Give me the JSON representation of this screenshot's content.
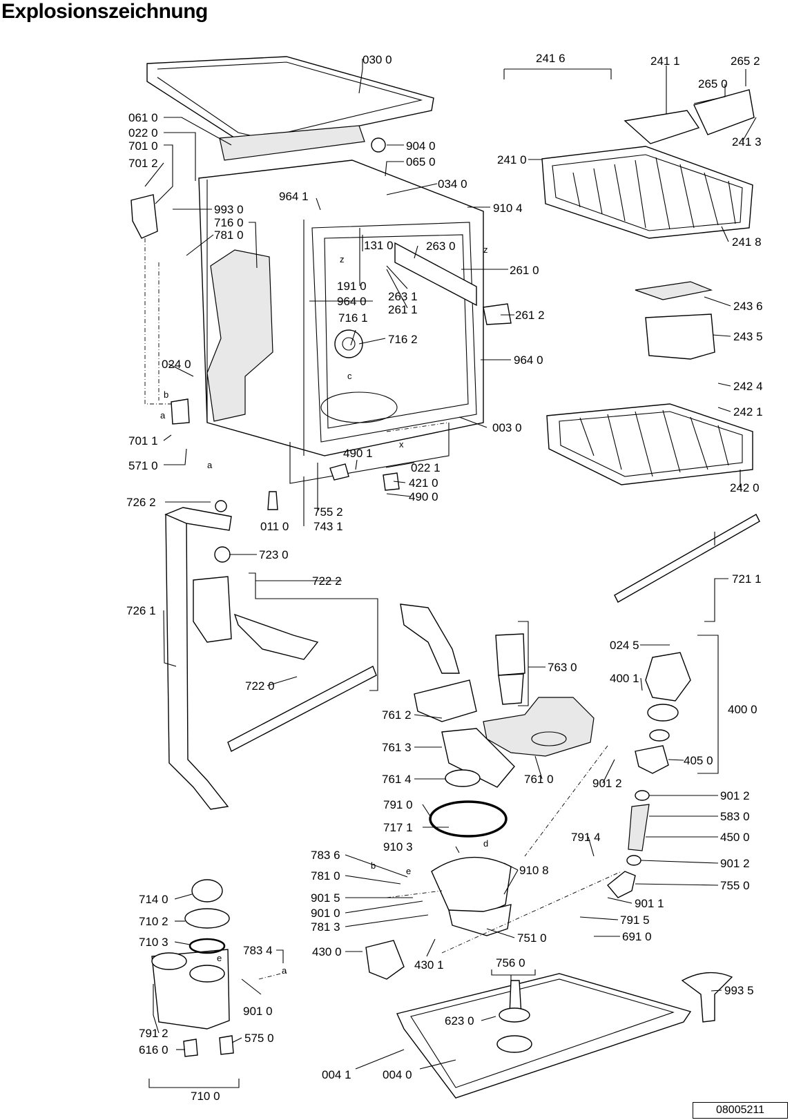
{
  "title": "Explosionszeichnung",
  "document_number": "08005211",
  "labels": {
    "l0300": "030 0",
    "l0610": "061 0",
    "l0220": "022 0",
    "l7010": "701 0",
    "l7012": "701 2",
    "l9040": "904 0",
    "l0650": "065 0",
    "l0340": "034 0",
    "l9641": "964 1",
    "l9104": "910 4",
    "l9930": "993 0",
    "l7160": "716 0",
    "l7810": "781 0",
    "l1310": "131 0",
    "l2630": "263 0",
    "l2610": "261 0",
    "l1910": "191 0",
    "l2631": "263 1",
    "l9640a": "964 0",
    "l2611": "261 1",
    "l7161": "716 1",
    "l2612": "261 2",
    "l7162": "716 2",
    "l9640b": "964 0",
    "l0240": "024 0",
    "l0030": "003 0",
    "l7011": "701 1",
    "l4901": "490 1",
    "l0221": "022 1",
    "l5710": "571 0",
    "l4210": "421 0",
    "l4900": "490 0",
    "l7552": "755 2",
    "l7262": "726 2",
    "l0110": "011 0",
    "l7431": "743 1",
    "l7230": "723 0",
    "l2416": "241 6",
    "l2411": "241 1",
    "l2652": "265 2",
    "l2650": "265 0",
    "l2410": "241 0",
    "l2413": "241 3",
    "l2418": "241 8",
    "l2436": "243 6",
    "l2435": "243 5",
    "l2424": "242 4",
    "l2421": "242 1",
    "l2420": "242 0",
    "l7222": "722 2",
    "l7261": "726 1",
    "l7220": "722 0",
    "l7211": "721 1",
    "l7630": "763 0",
    "l0245": "024 5",
    "l4001": "400 1",
    "l4000": "400 0",
    "l7612": "761 2",
    "l7613": "761 3",
    "l7614": "761 4",
    "l7610": "761 0",
    "l4050": "405 0",
    "l9012a": "901 2",
    "l9012b": "901 2",
    "l7910": "791 0",
    "l7171": "717 1",
    "l5830": "583 0",
    "l7914": "791 4",
    "l9103": "910 3",
    "l4500": "450 0",
    "l7836": "783 6",
    "l9108": "910 8",
    "l9012c": "901 2",
    "l7810b": "781 0",
    "l7550": "755 0",
    "l9015": "901 5",
    "l9011": "901 1",
    "l7140": "714 0",
    "l9010": "901 0",
    "l7915": "791 5",
    "l7813": "781 3",
    "l7102": "710 2",
    "l6910": "691 0",
    "l7510": "751 0",
    "l7103": "710 3",
    "l7834": "783 4",
    "l4300": "430 0",
    "l4301": "430 1",
    "l7560": "756 0",
    "l9935": "993 5",
    "l9010b": "901 0",
    "l6230": "623 0",
    "l7912": "791 2",
    "l5750": "575 0",
    "l6160": "616 0",
    "l0041": "004 1",
    "l0040": "004 0",
    "l7100": "710 0"
  },
  "letters": {
    "a": "a",
    "b": "b",
    "c": "c",
    "d": "d",
    "e": "e",
    "x": "x",
    "z": "z"
  }
}
